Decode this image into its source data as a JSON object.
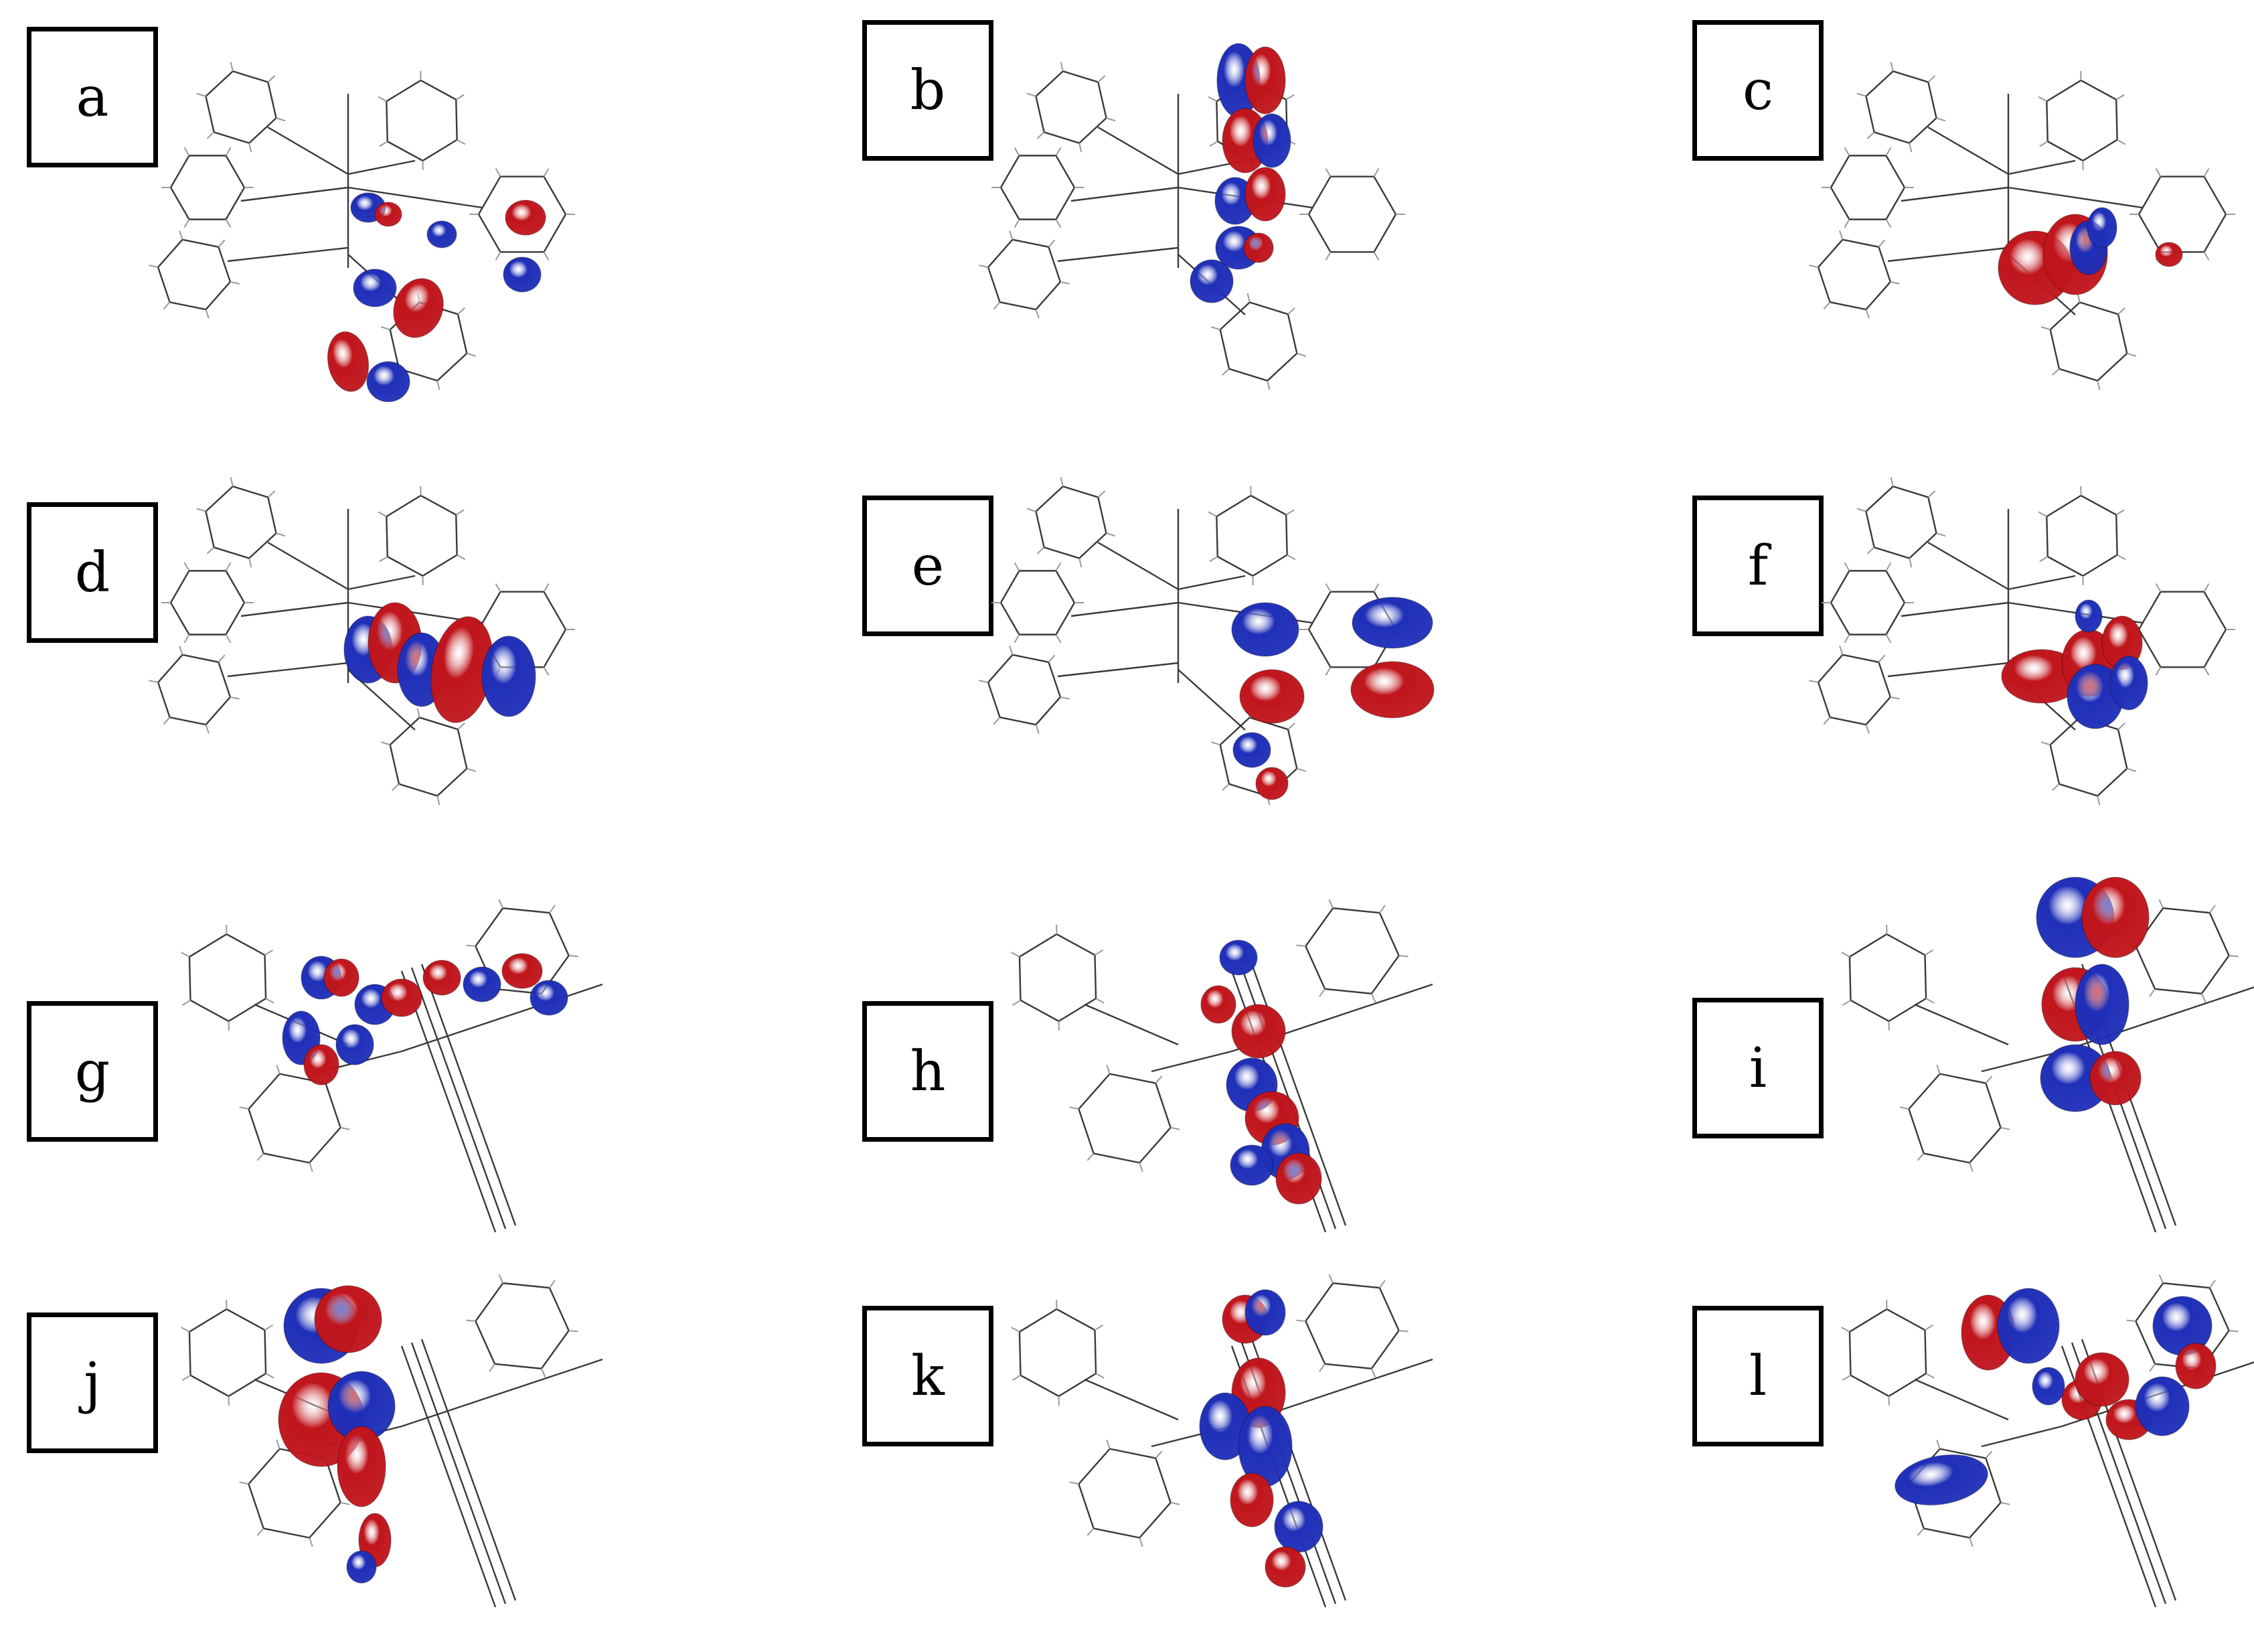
{
  "figure": {
    "panels": [
      {
        "label": "a",
        "molecule": "type-A",
        "lobes": "a"
      },
      {
        "label": "b",
        "molecule": "type-A",
        "lobes": "b"
      },
      {
        "label": "c",
        "molecule": "type-A",
        "lobes": "c"
      },
      {
        "label": "d",
        "molecule": "type-A",
        "lobes": "d"
      },
      {
        "label": "e",
        "molecule": "type-A",
        "lobes": "e"
      },
      {
        "label": "f",
        "molecule": "type-A",
        "lobes": "f"
      },
      {
        "label": "g",
        "molecule": "type-B",
        "lobes": "g"
      },
      {
        "label": "h",
        "molecule": "type-B",
        "lobes": "h"
      },
      {
        "label": "i",
        "molecule": "type-B",
        "lobes": "i"
      },
      {
        "label": "j",
        "molecule": "type-B",
        "lobes": "j"
      },
      {
        "label": "k",
        "molecule": "type-B",
        "lobes": "k"
      },
      {
        "label": "l",
        "molecule": "type-B",
        "lobes": "l"
      }
    ],
    "colors": {
      "positive_lobe": "#c0151c",
      "negative_lobe": "#1f2fb8",
      "bond": "#3a3a3a",
      "label_border": "#000000"
    }
  }
}
